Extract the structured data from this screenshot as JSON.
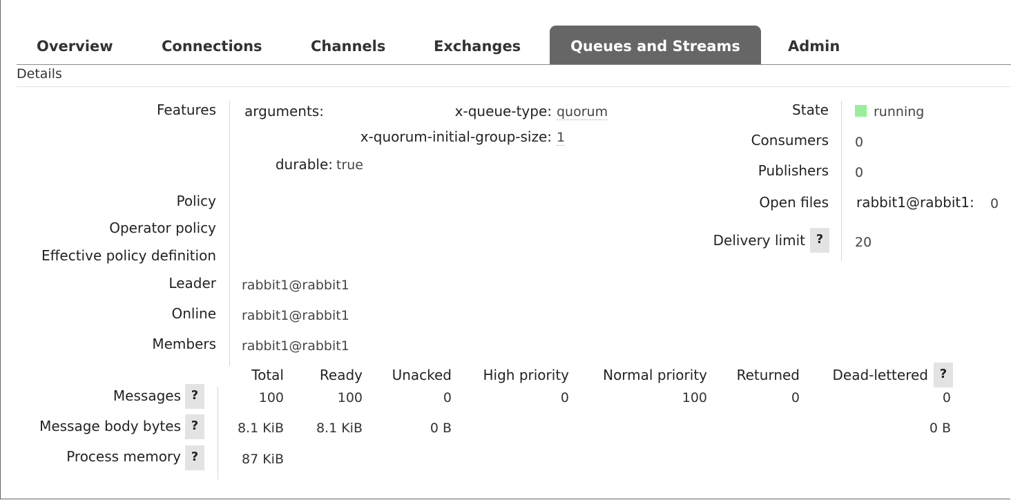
{
  "tabs": [
    {
      "label": "Overview",
      "active": false
    },
    {
      "label": "Connections",
      "active": false
    },
    {
      "label": "Channels",
      "active": false
    },
    {
      "label": "Exchanges",
      "active": false
    },
    {
      "label": "Queues and Streams",
      "active": true
    },
    {
      "label": "Admin",
      "active": false
    }
  ],
  "section_title": "Details",
  "features": {
    "label": "Features",
    "arguments_label": "arguments:",
    "arguments": [
      {
        "key": "x-queue-type:",
        "value": "quorum"
      },
      {
        "key": "x-quorum-initial-group-size:",
        "value": "1"
      }
    ],
    "durable_key": "durable:",
    "durable_value": "true"
  },
  "policy": {
    "policy_label": "Policy",
    "operator_policy_label": "Operator policy",
    "effective_label": "Effective policy definition"
  },
  "nodes": {
    "leader_label": "Leader",
    "leader": "rabbit1@rabbit1",
    "online_label": "Online",
    "online": "rabbit1@rabbit1",
    "members_label": "Members",
    "members": "rabbit1@rabbit1"
  },
  "status": {
    "state_label": "State",
    "state": "running",
    "state_color": "#99ee99",
    "consumers_label": "Consumers",
    "consumers": "0",
    "publishers_label": "Publishers",
    "publishers": "0",
    "open_files_label": "Open files",
    "open_files_node": "rabbit1@rabbit1:",
    "open_files_value": "0",
    "delivery_limit_label": "Delivery limit",
    "delivery_limit": "20"
  },
  "help_glyph": "?",
  "messages_table": {
    "columns": [
      "Total",
      "Ready",
      "Unacked",
      "High priority",
      "Normal priority",
      "Returned",
      "Dead-lettered"
    ],
    "rows": [
      {
        "label": "Messages",
        "values": [
          "100",
          "100",
          "0",
          "0",
          "100",
          "0",
          "0"
        ]
      },
      {
        "label": "Message body bytes",
        "values": [
          "8.1 KiB",
          "8.1 KiB",
          "0 B",
          "",
          "",
          "",
          "0 B"
        ]
      },
      {
        "label": "Process memory",
        "values": [
          "87 KiB",
          "",
          "",
          "",
          "",
          "",
          ""
        ]
      }
    ]
  },
  "colors": {
    "active_tab_bg": "#666666",
    "help_bg": "#e3e3e3"
  }
}
